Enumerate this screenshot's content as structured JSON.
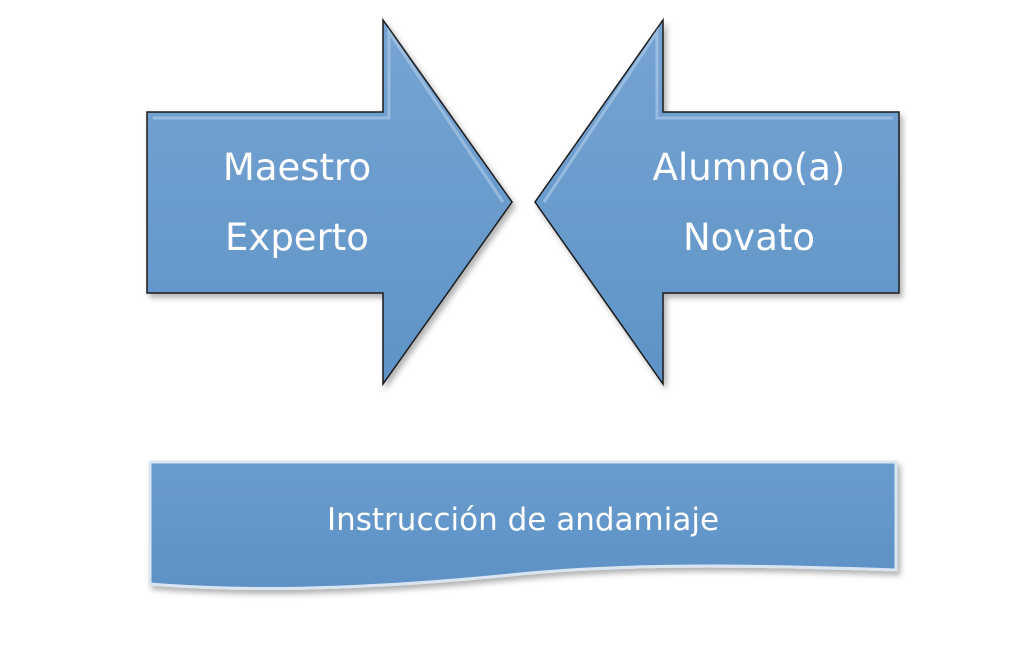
{
  "arrows": {
    "left": {
      "line1": "Maestro",
      "line2": "Experto"
    },
    "right": {
      "line1": "Alumno(a)",
      "line2": "Novato"
    }
  },
  "banner": {
    "label": "Instrucción de andamiaje"
  },
  "colors": {
    "shape_fill": "#6699cc",
    "shape_fill_light": "#7eaad6",
    "shape_stroke": "#1a1a1a",
    "banner_border": "#d9e6f2",
    "text": "#ffffff"
  }
}
